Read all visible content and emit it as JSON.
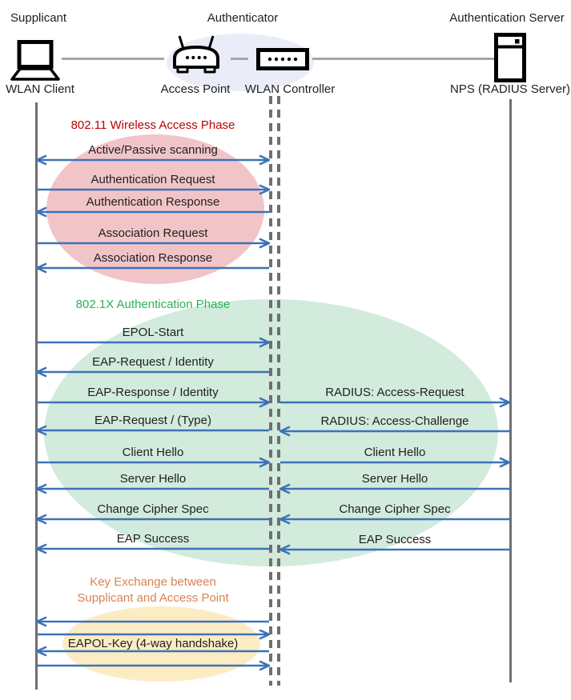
{
  "colors": {
    "arrow": "#3d72b8",
    "lifeline": "#6f6f6f",
    "connector": "#a6a6a6",
    "text": "#1f1f1f",
    "phase1_title": "#c00000",
    "phase2_title": "#2eaf5b",
    "phase3_title": "#e0804f",
    "phase1_ellipse": "#f1c5c8",
    "phase2_ellipse": "#d2ebdc",
    "phase3_ellipse": "#fdecc3",
    "auth_ellipse": "#eaedf8"
  },
  "actors": {
    "supplicant": {
      "role": "Supplicant",
      "device": "WLAN Client",
      "icon": "laptop-icon"
    },
    "authenticator": {
      "role": "Authenticator",
      "devices": [
        {
          "name": "Access Point",
          "icon": "access-point-icon"
        },
        {
          "name": "WLAN Controller",
          "icon": "wlan-controller-icon"
        }
      ]
    },
    "authentication_server": {
      "role": "Authentication Server",
      "device": "NPS (RADIUS Server)",
      "icon": "server-icon"
    }
  },
  "phases": [
    {
      "title": "802.11 Wireless Access Phase",
      "messages": [
        {
          "label": "Active/Passive scanning",
          "direction": "both"
        },
        {
          "label": "Authentication Request",
          "direction": "right"
        },
        {
          "label": "Authentication Response",
          "direction": "left"
        },
        {
          "label": "Association Request",
          "direction": "right"
        },
        {
          "label": "Association Response",
          "direction": "left"
        }
      ]
    },
    {
      "title": "802.1X Authentication Phase",
      "rows": [
        {
          "left": {
            "label": "EPOL-Start",
            "direction": "right"
          }
        },
        {
          "left": {
            "label": "EAP-Request / Identity",
            "direction": "left"
          }
        },
        {
          "left": {
            "label": "EAP-Response / Identity",
            "direction": "right"
          },
          "right": {
            "label": "RADIUS: Access-Request",
            "direction": "right"
          }
        },
        {
          "left": {
            "label": "EAP-Request / (Type)",
            "direction": "left"
          },
          "right": {
            "label": "RADIUS: Access-Challenge",
            "direction": "left"
          }
        },
        {
          "left": {
            "label": "Client Hello",
            "direction": "right"
          },
          "right": {
            "label": "Client Hello",
            "direction": "right"
          }
        },
        {
          "left": {
            "label": "Server Hello",
            "direction": "left"
          },
          "right": {
            "label": "Server Hello",
            "direction": "left"
          }
        },
        {
          "left": {
            "label": "Change Cipher Spec",
            "direction": "left"
          },
          "right": {
            "label": "Change Cipher Spec",
            "direction": "left"
          }
        },
        {
          "left": {
            "label": "EAP Success",
            "direction": "left"
          },
          "right": {
            "label": "EAP Success",
            "direction": "left"
          }
        }
      ]
    },
    {
      "title_line1": "Key Exchange between",
      "title_line2": "Supplicant and Access Point",
      "label": "EAPOL-Key (4-way handshake)",
      "arrows": [
        "left",
        "right",
        "left",
        "right"
      ]
    }
  ]
}
